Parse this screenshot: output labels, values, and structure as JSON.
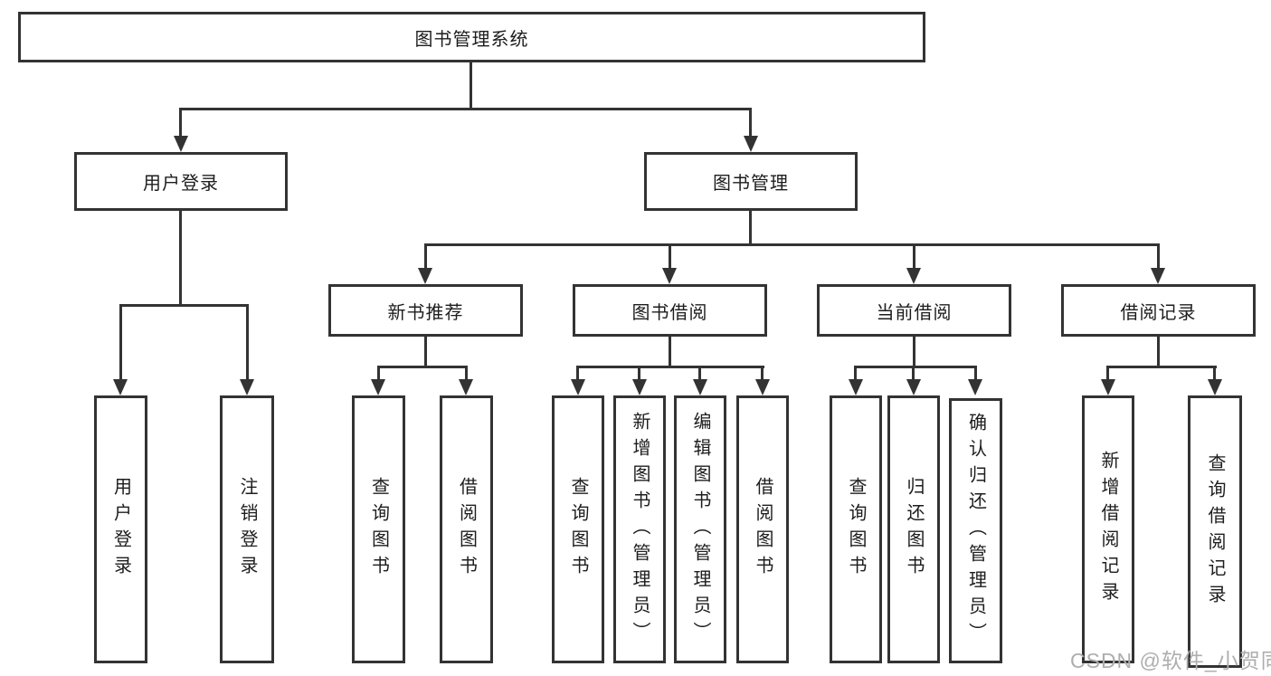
{
  "tree": {
    "root": {
      "label": "图书管理系统"
    },
    "user_login": {
      "label": "用户登录",
      "children": [
        {
          "label": "用户登录"
        },
        {
          "label": "注销登录"
        }
      ]
    },
    "book_management": {
      "label": "图书管理",
      "children": [
        {
          "label": "新书推荐",
          "children": [
            {
              "label": "查询图书"
            },
            {
              "label": "借阅图书"
            }
          ]
        },
        {
          "label": "图书借阅",
          "children": [
            {
              "label": "查询图书"
            },
            {
              "label": "新增图书（管理员）"
            },
            {
              "label": "编辑图书（管理员）"
            },
            {
              "label": "借阅图书"
            }
          ]
        },
        {
          "label": "当前借阅",
          "children": [
            {
              "label": "查询图书"
            },
            {
              "label": "归还图书"
            },
            {
              "label": "确认归还（管理员）"
            }
          ]
        },
        {
          "label": "借阅记录",
          "children": [
            {
              "label": "新增借阅记录"
            },
            {
              "label": "查询借阅记录"
            }
          ]
        }
      ]
    }
  },
  "watermark": "CSDN @软件_小贺同学",
  "colors": {
    "line": "#333333",
    "border": "#333333",
    "text": "#1d1d1d",
    "watermark": "#aeaeae",
    "background": "#ffffff"
  }
}
